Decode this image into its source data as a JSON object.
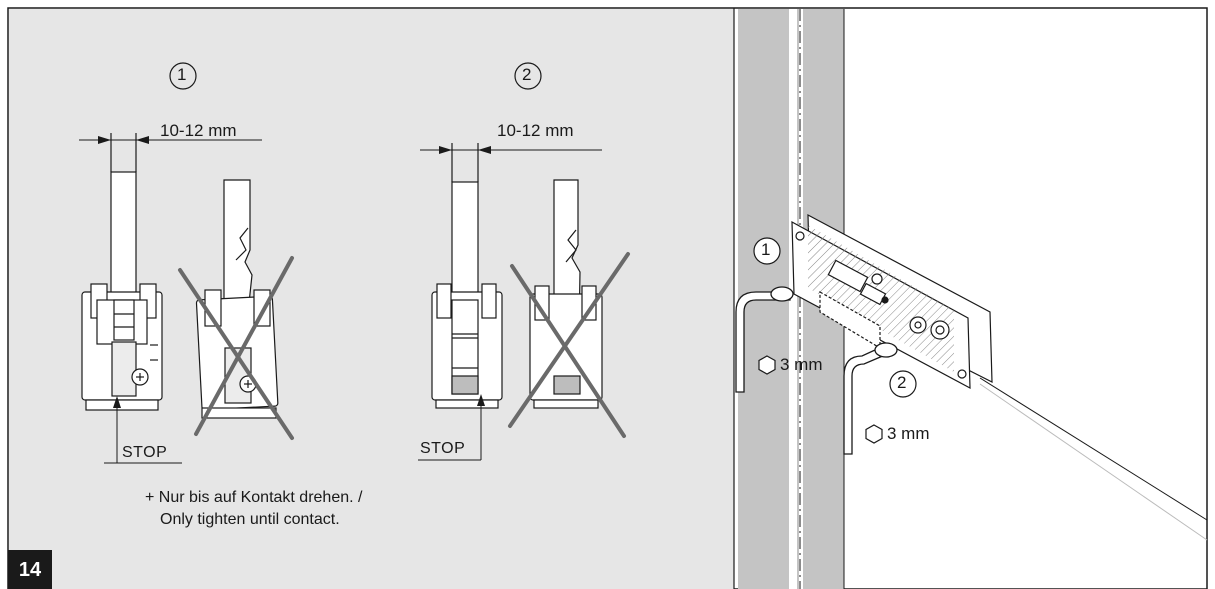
{
  "step": {
    "number": "14"
  },
  "variant_1": {
    "marker": "1",
    "dimension": "10-12 mm",
    "stop_label": "STOP"
  },
  "variant_2": {
    "marker": "2",
    "dimension": "10-12 mm",
    "stop_label": "STOP"
  },
  "note": {
    "line1": "+ Nur bis auf Kontakt drehen. /",
    "line2": "Only tighten until contact."
  },
  "install": {
    "screw_1": {
      "marker": "1",
      "tool": "3 mm",
      "tool_icon": "hex-key-icon"
    },
    "screw_2": {
      "marker": "2",
      "tool": "3 mm",
      "tool_icon": "hex-key-icon"
    }
  },
  "colors": {
    "panel": "#e6e6e6",
    "line": "#1a1a1a",
    "cross": "#6a6a6a",
    "wall": "#c4c4c4",
    "white": "#ffffff"
  }
}
